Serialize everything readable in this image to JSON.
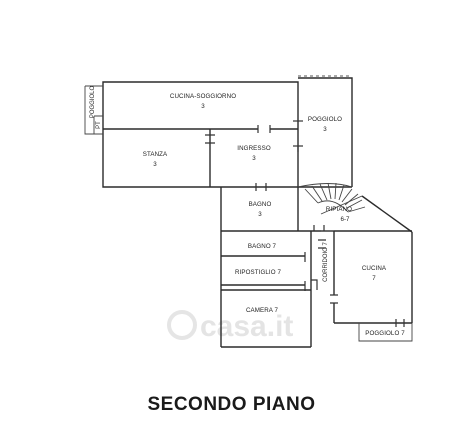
{
  "plan": {
    "title": "SECONDO PIANO",
    "watermark": "casa.it",
    "rooms": {
      "poggiolo_left": "POGGIOLO",
      "pt_left": "PT",
      "cucina_soggiorno": {
        "name": "CUCINA-SOGGIORNO",
        "num": "3"
      },
      "poggiolo_top": {
        "name": "POGGIOLO",
        "num": "3"
      },
      "stanza": {
        "name": "STANZA",
        "num": "3"
      },
      "ingresso": {
        "name": "INGRESSO",
        "num": "3"
      },
      "bagno3": {
        "name": "BAGNO",
        "num": "3"
      },
      "ripiano": {
        "name": "RIPIANO",
        "num": "6-7"
      },
      "bagno7": "BAGNO 7",
      "corridoio": "CORRIDOIO 7",
      "ripostiglio": "RIPOSTIGLIO 7",
      "cucina7": {
        "name": "CUCINA",
        "num": "7"
      },
      "camera": "CAMERA 7",
      "poggiolo7": "POGGIOLO 7"
    }
  }
}
